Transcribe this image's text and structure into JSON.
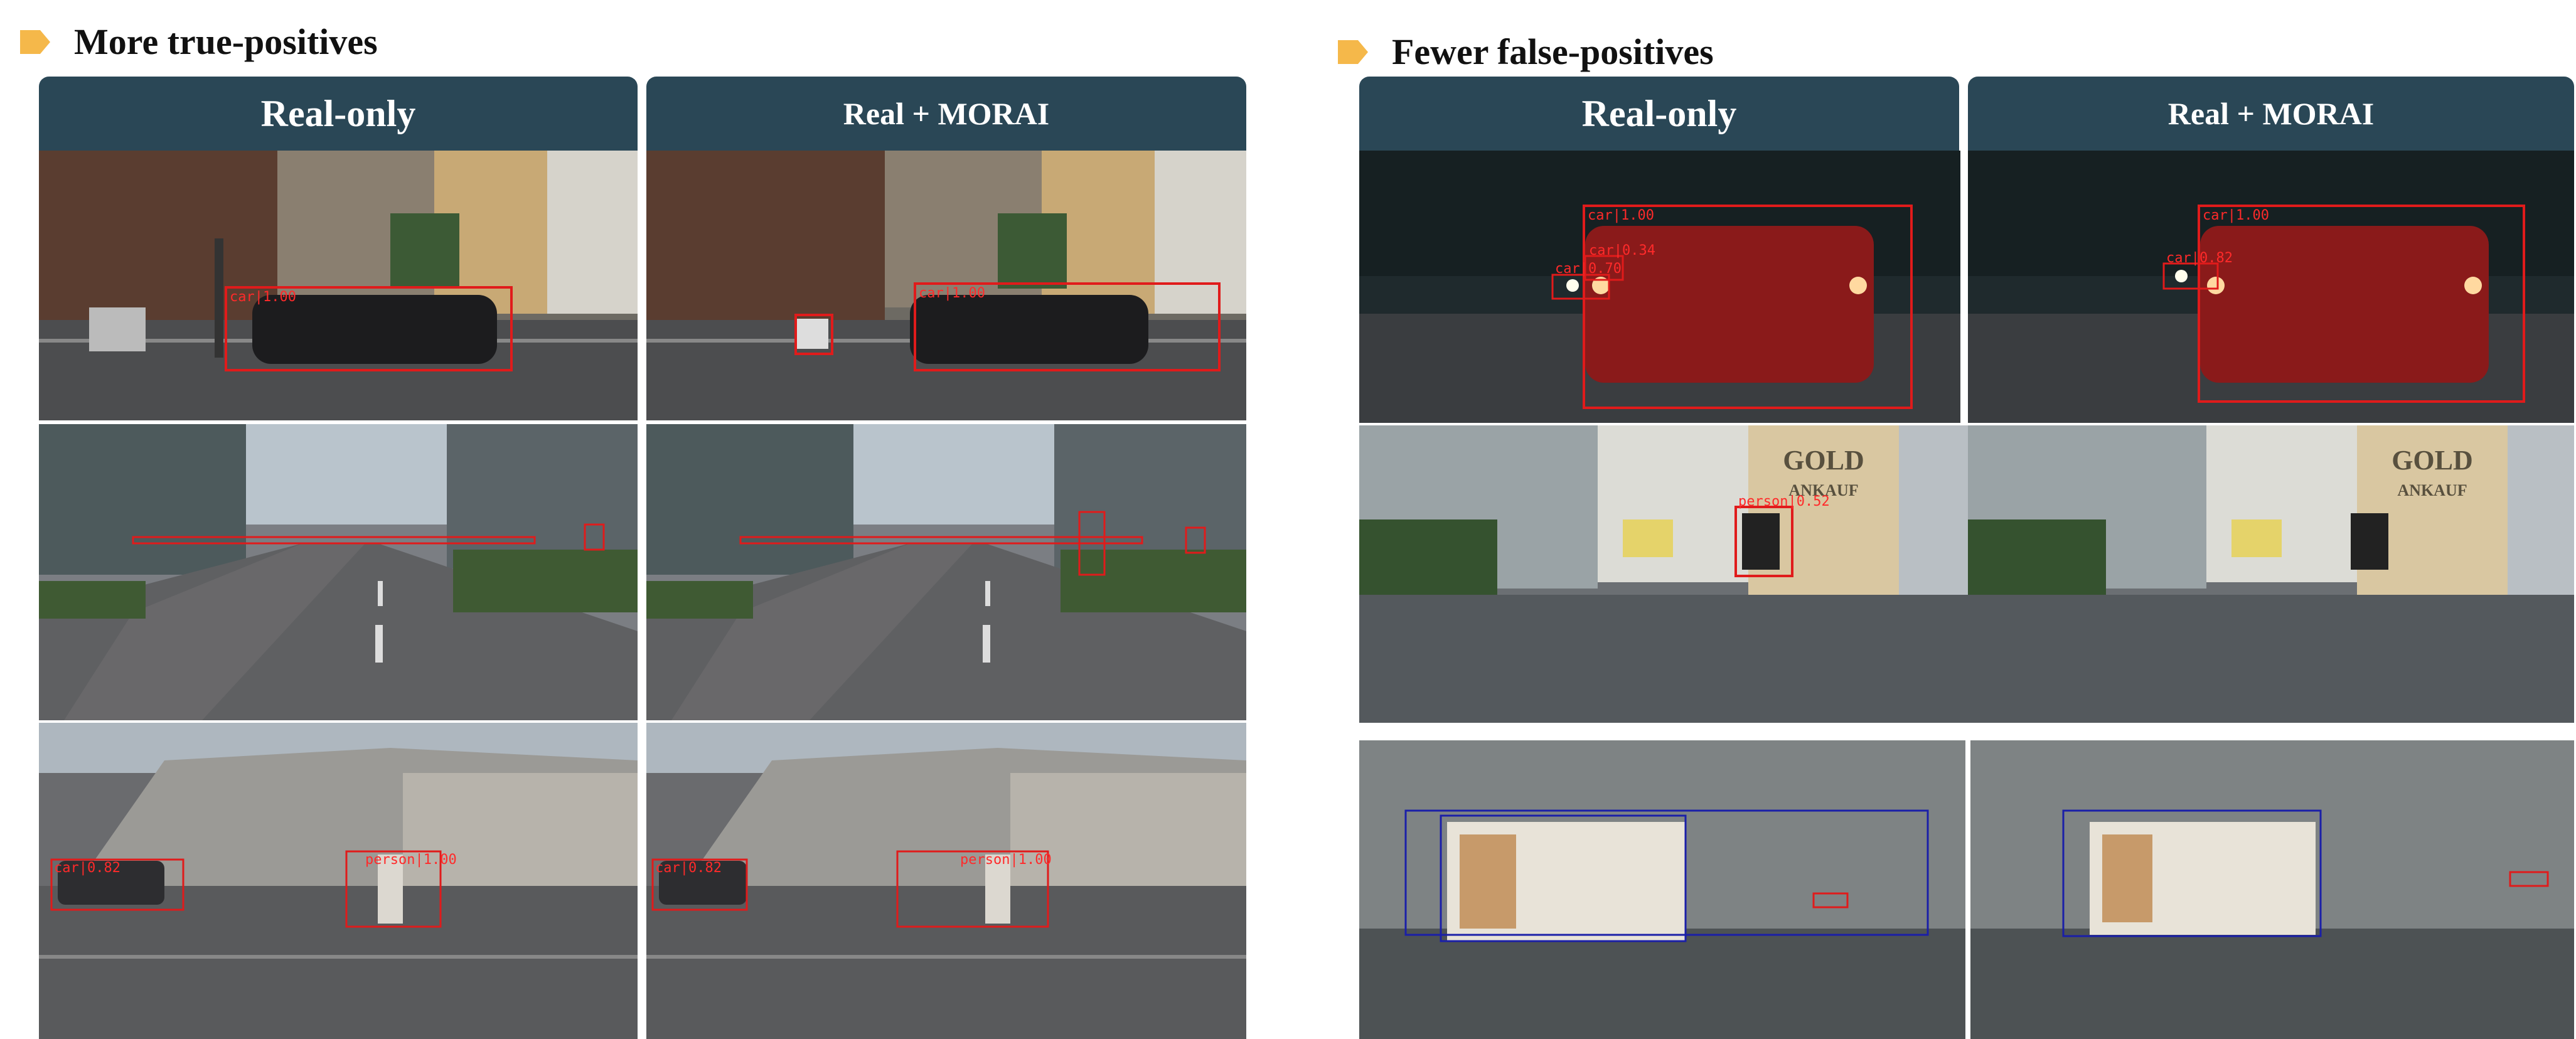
{
  "sections": {
    "left": {
      "title": "More true-positives",
      "headers": [
        "Real-only",
        "Real + MORAI"
      ]
    },
    "right": {
      "title": "Fewer false-positives",
      "headers": [
        "Real-only",
        "Real + MORAI"
      ]
    }
  },
  "detections": {
    "car_1": "car|1.00",
    "car_034": "car|0.34",
    "car_070": "car|0.70",
    "car_082": "car|0.82",
    "person_052": "person|0.52",
    "person_100": "person|1.00"
  },
  "signs": {
    "gold": "GOLD",
    "ankauf": "ANKAUF"
  },
  "colors": {
    "accent_icon": "#f5b84a",
    "header_bg": "#2a4756",
    "detection_red": "#e01b1b",
    "detection_blue": "#1a1fa8"
  }
}
